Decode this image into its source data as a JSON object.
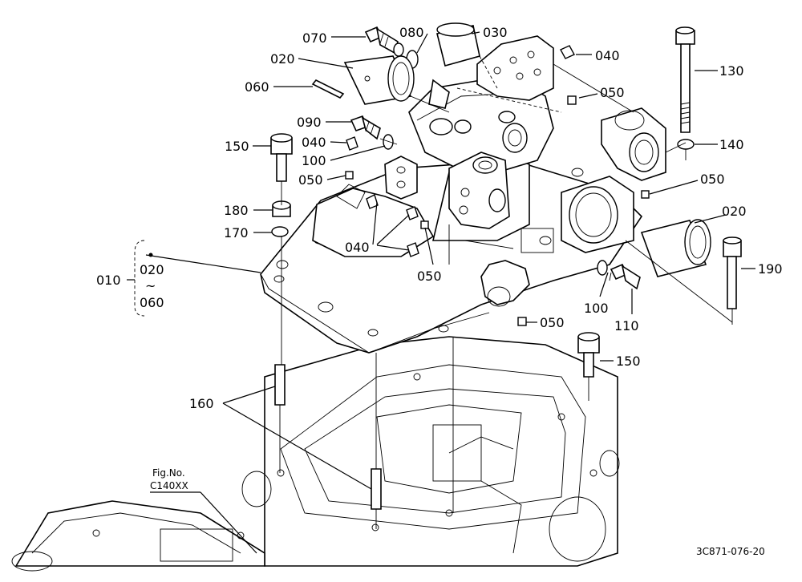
{
  "callouts": {
    "c010": "010",
    "c020_top": "020",
    "c020_right": "020",
    "c030": "030",
    "c040_top": "040",
    "c040_left": "040",
    "c040_mid": "040",
    "c050_top": "050",
    "c050_left": "050",
    "c050_right": "050",
    "c050_mid": "050",
    "c050_bottom": "050",
    "c060": "060",
    "c070": "070",
    "c080": "080",
    "c090": "090",
    "c100_left": "100",
    "c100_right": "100",
    "c110": "110",
    "c130": "130",
    "c140": "140",
    "c150_left": "150",
    "c150_right": "150",
    "c160": "160",
    "c170": "170",
    "c180": "180",
    "c190": "190"
  },
  "assembly_range": {
    "start": "020",
    "tilde": "~",
    "end": "060"
  },
  "figure_ref": {
    "label": "Fig.No.",
    "code": "C140XX"
  },
  "drawing_id": "3C871-076-20"
}
